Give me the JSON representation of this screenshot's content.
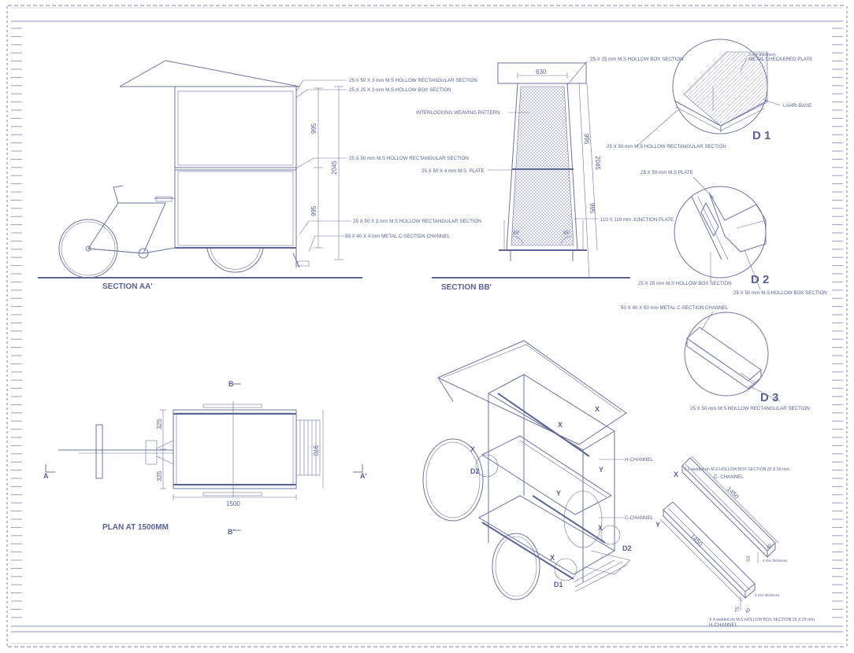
{
  "sections": {
    "aa": {
      "title": "SECTION AA'",
      "labels": [
        "25 X 50 X 3 mm M.S HOLLOW RECTANGULAR SECTION",
        "25 X 25 X 3 mm M.S HOLLOW BOX SECTION",
        "25 X 50 mm M.S HOLLOW RECTANGULAR SECTION",
        "25 X 50 X 3 mm M.S HOLLOW RECTANGULAR SECTION",
        "50 X 40 X 4 mm METAL C-SECTION CHANNEL"
      ],
      "dims": [
        "995",
        "2045",
        "995"
      ]
    },
    "bb": {
      "title": "SECTION BB'",
      "labels": [
        "25 X 25 mm M.S HOLLOW BOX SECTION",
        "INTERLOCKING WEAVING PATTERN",
        "25 X 50 X 4 mm M.S. PLATE",
        "110 X 110 mm JUNCTION PLATE"
      ],
      "dims": [
        "630",
        "995",
        "2045",
        "995"
      ],
      "angles": [
        "85°",
        "85°"
      ]
    }
  },
  "details": {
    "d1": {
      "name": "D 1",
      "labels": [
        "3 mm thickness",
        "METAL CHECKERED PLATE",
        "LAARI BASE",
        "25 X 50 mm M.S HOLLOW RECTANGULAR SECTION"
      ]
    },
    "d2": {
      "name": "D 2",
      "labels": [
        "25 X 50 mm M.S PLATE",
        "25 X 25 mm M.S HOLLOW BOX SECTION",
        "25 X 50 mm M.S HOLLOW BOX SECTION"
      ]
    },
    "d3": {
      "name": "D 3",
      "labels": [
        "50 X 40 X 50 mm METAL C-SECTION CHANNEL",
        "25 X 50 mm M.S HOLLOW RECTANGULAR SECTION"
      ]
    }
  },
  "plan": {
    "title": "PLAN AT 1500MM",
    "dims": [
      "325",
      "325",
      "970",
      "1500"
    ],
    "markers": {
      "a1": "A",
      "a2": "A'",
      "b1": "B",
      "b2": "B'"
    }
  },
  "iso": {
    "markers": [
      "X",
      "X",
      "X",
      "X",
      "X",
      "Y",
      "Y",
      "D2",
      "D2",
      "D1"
    ],
    "labels": [
      "H-CHANNEL",
      "C-CHANNEL"
    ]
  },
  "channels": {
    "c": {
      "marker": "X",
      "label": "X 2 welded on M.S HOLLOW BOX SECTION 25 X 50 mm",
      "name": "C- CHANNEL",
      "dims": [
        "1450",
        "40",
        "50"
      ],
      "note": "4 mm thickness"
    },
    "h": {
      "marker": "Y",
      "label": "X 4 welded on M.S HOLLOW BOX SECTION 25 X 25 mm",
      "name": "H-CHANNEL",
      "dims": [
        "1450",
        "75",
        "40"
      ],
      "note": "4 mm thickness"
    }
  }
}
